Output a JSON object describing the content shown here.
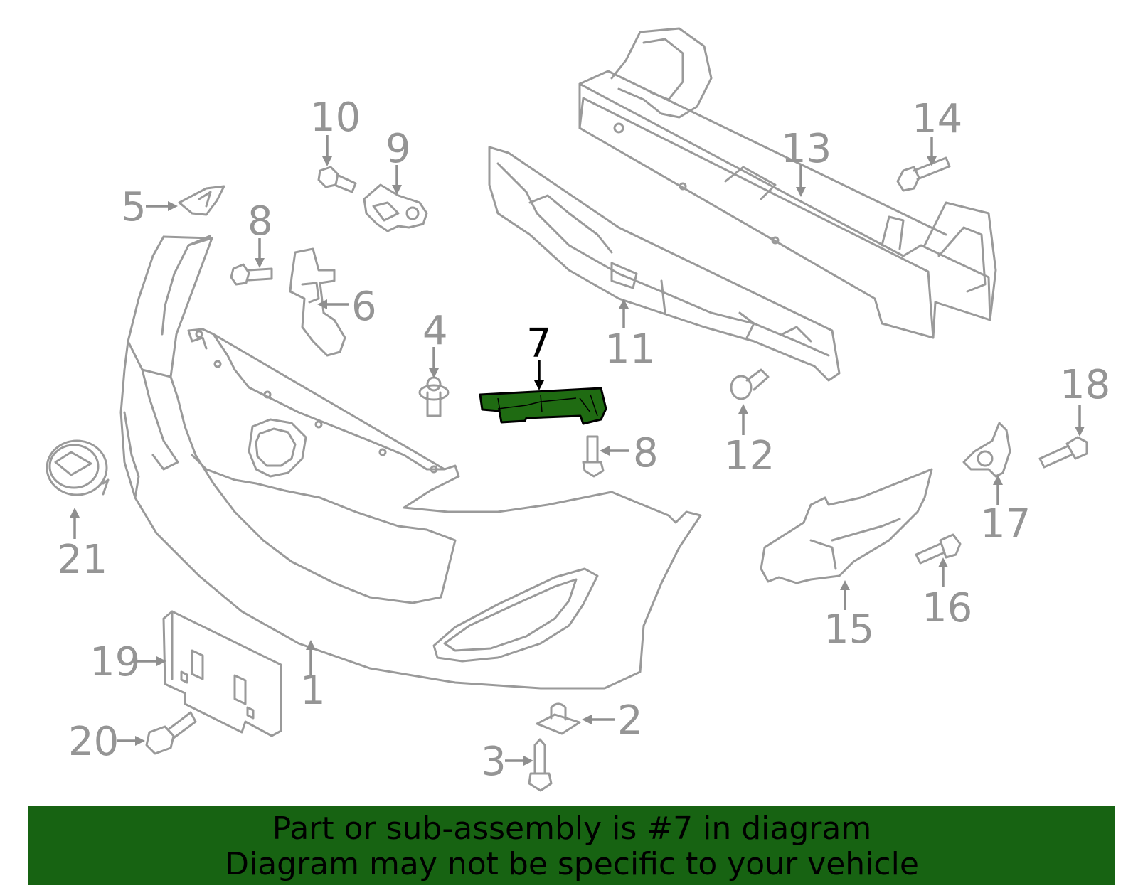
{
  "colors": {
    "line": "#9a9a9a",
    "highlight_fill": "#1f6b12",
    "banner_bg": "#176312",
    "callout_gray": "#959595",
    "callout_highlight": "#000000"
  },
  "callouts": {
    "c1": "1",
    "c2": "2",
    "c3": "3",
    "c4": "4",
    "c5": "5",
    "c6": "6",
    "c7": "7",
    "c8a": "8",
    "c8b": "8",
    "c9": "9",
    "c10": "10",
    "c11": "11",
    "c12": "12",
    "c13": "13",
    "c14": "14",
    "c15": "15",
    "c16": "16",
    "c17": "17",
    "c18": "18",
    "c19": "19",
    "c20": "20",
    "c21": "21"
  },
  "highlighted_part": "7",
  "banner": {
    "line1": "Part or sub-assembly is #7 in diagram",
    "line2": "Diagram may not be specific to your vehicle"
  }
}
